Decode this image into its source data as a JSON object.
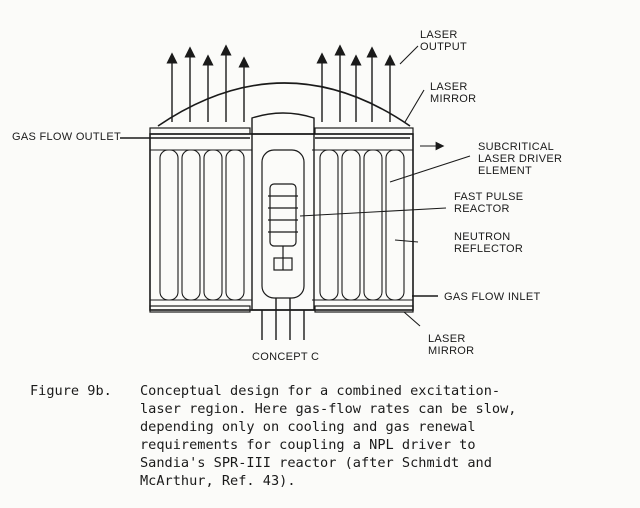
{
  "diagram": {
    "labels": {
      "laser_output": [
        "LASER",
        "OUTPUT"
      ],
      "laser_mirror_top": [
        "LASER",
        "MIRROR"
      ],
      "gas_flow_outlet": "GAS FLOW OUTLET",
      "subcritical": [
        "SUBCRITICAL",
        "LASER DRIVER",
        "ELEMENT"
      ],
      "fast_pulse": [
        "FAST PULSE",
        "REACTOR"
      ],
      "neutron_reflector": [
        "NEUTRON",
        "REFLECTOR"
      ],
      "gas_flow_inlet": "GAS FLOW INLET",
      "laser_mirror_bottom": [
        "LASER",
        "MIRROR"
      ],
      "concept": "CONCEPT C"
    }
  },
  "caption": {
    "figure_label": "Figure 9b.",
    "lines": [
      "Conceptual design for a combined excitation-",
      "laser region.  Here gas-flow rates can be slow,",
      "depending only on cooling and gas renewal",
      "requirements for coupling a NPL driver to",
      "Sandia's SPR-III reactor (after Schmidt and",
      "McArthur, Ref. 43)."
    ]
  }
}
